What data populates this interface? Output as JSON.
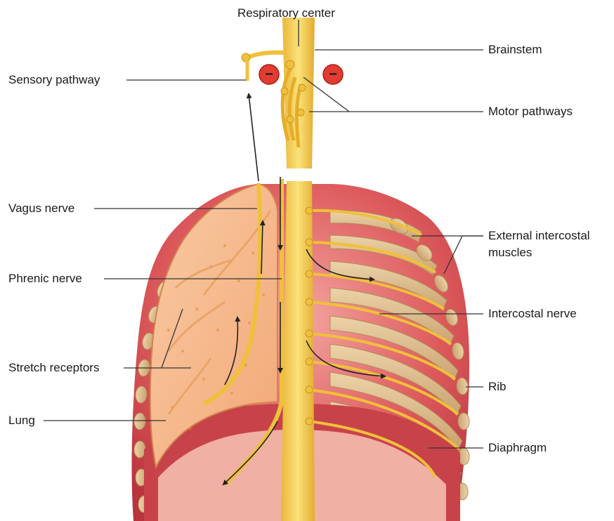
{
  "labels": {
    "respiratory_center": "Respiratory center",
    "brainstem": "Brainstem",
    "sensory_pathway": "Sensory pathway",
    "motor_pathways": "Motor pathways",
    "vagus_nerve": "Vagus nerve",
    "external_intercostal_line1": "External intercostal",
    "external_intercostal_line2": "muscles",
    "phrenic_nerve": "Phrenic nerve",
    "intercostal_nerve": "Intercostal nerve",
    "stretch_receptors": "Stretch receptors",
    "rib": "Rib",
    "lung": "Lung",
    "diaphragm": "Diaphragm"
  },
  "inhibition_symbol": "−",
  "colors": {
    "nerve": "#f2c23a",
    "nerve_dark": "#d9a21f",
    "lung_fill": "#f6b888",
    "lung_dots": "#e68a3c",
    "muscle": "#d9525a",
    "muscle_dark": "#b8323c",
    "rib_bone": "#d9b98a",
    "inhibit_red": "#e23b32",
    "leader": "#333333"
  }
}
